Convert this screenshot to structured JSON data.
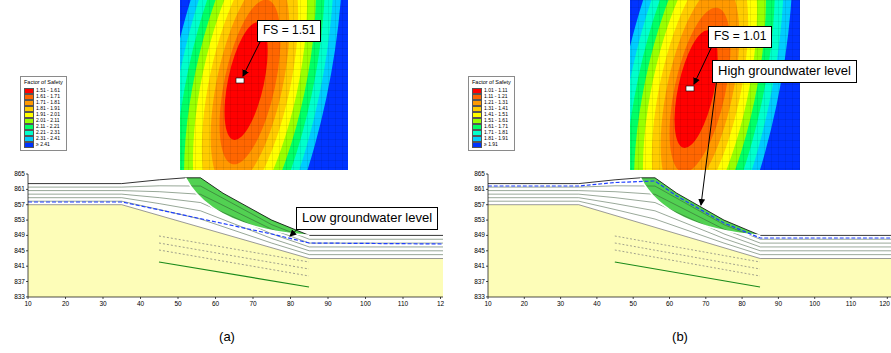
{
  "diagram": {
    "nodes": [
      {
        "text": [
          "FS = 1.51"
        ]
      },
      {
        "text": [
          "Low groundwater level"
        ]
      },
      {
        "text": [
          "FS = 1.01"
        ]
      },
      {
        "text": [
          "High groundwater level"
        ]
      }
    ],
    "labels": [
      "Factor of Safety",
      "865",
      "861",
      "857",
      "853",
      "849",
      "845",
      "841",
      "837",
      "833",
      "10",
      "20",
      "30",
      "40",
      "50",
      "60",
      "70",
      "80",
      "90",
      "100",
      "110",
      "12",
      "(a)",
      "Factor of Safety",
      "865",
      "861",
      "857",
      "853",
      "849",
      "845",
      "841",
      "837",
      "833",
      "10",
      "20",
      "30",
      "40",
      "50",
      "60",
      "70",
      "80",
      "90",
      "100",
      "110",
      "120",
      "(b)"
    ],
    "legend": [
      {
        "text": "1.51 - 1.61",
        "color": "#ff0000"
      },
      {
        "text": "1.61 - 1.71",
        "color": "#ff6600"
      },
      {
        "text": "1.71 - 1.81",
        "color": "#ff9900"
      },
      {
        "text": "1.81 - 1.91",
        "color": "#ffcc00"
      },
      {
        "text": "1.91 - 2.01",
        "color": "#ffff00"
      },
      {
        "text": "2.01 - 2.11",
        "color": "#99ff00"
      },
      {
        "text": "2.11 - 2.21",
        "color": "#00ff66"
      },
      {
        "text": "2.21 - 2.31",
        "color": "#00ffcc"
      },
      {
        "text": "2.31 - 2.41",
        "color": "#00ccff"
      },
      {
        "text": "≥ 2.41",
        "color": "#0033ff"
      },
      {
        "text": "1.01 - 1.11",
        "color": "#ff0000"
      },
      {
        "text": "1.11 - 1.21",
        "color": "#ff6600"
      },
      {
        "text": "1.21 - 1.31",
        "color": "#ff9900"
      },
      {
        "text": "1.31 - 1.41",
        "color": "#ffcc00"
      },
      {
        "text": "1.41 - 1.51",
        "color": "#ffff00"
      },
      {
        "text": "1.51 - 1.61",
        "color": "#99ff00"
      },
      {
        "text": "1.61 - 1.71",
        "color": "#00ff66"
      },
      {
        "text": "1.71 - 1.81",
        "color": "#00ffcc"
      },
      {
        "text": "1.81 - 1.91",
        "color": "#00ccff"
      },
      {
        "text": "≥ 1.91",
        "color": "#0033ff"
      }
    ]
  }
}
